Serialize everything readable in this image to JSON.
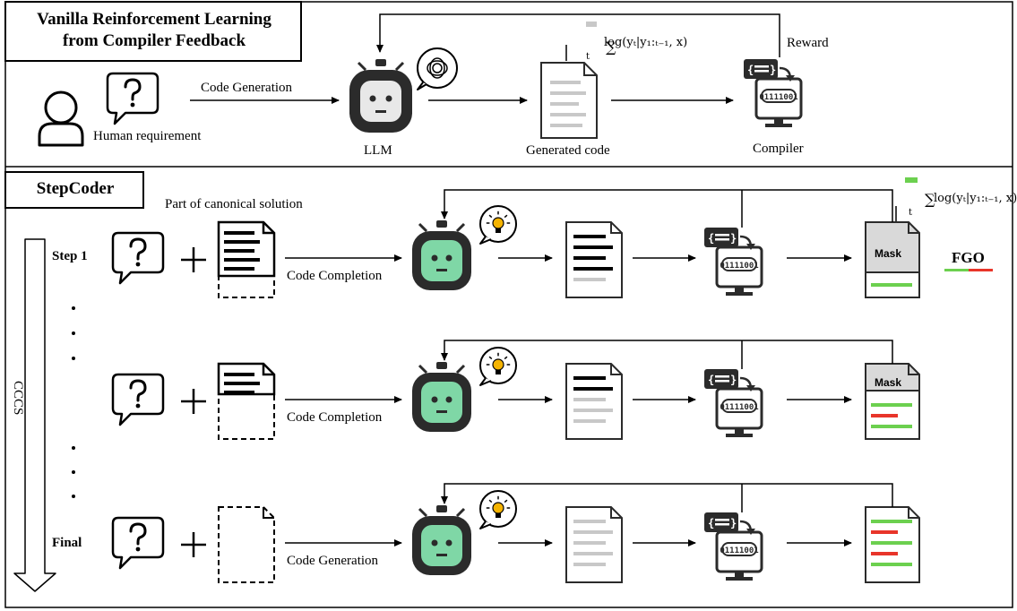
{
  "top": {
    "title_line1": "Vanilla Reinforcement Learning",
    "title_line2": "from Compiler Feedback",
    "human_label": "Human requirement",
    "arrow_label": "Code Generation",
    "llm_label": "LLM",
    "code_label": "Generated code",
    "compiler_label": "Compiler",
    "reward_label": "Reward",
    "formula": "log(yₜ|y₁:ₜ₋₁, x)",
    "formula_sub": "t"
  },
  "bottom": {
    "title": "StepCoder",
    "canonical_label": "Part of canonical solution",
    "ccss_label": "CCCS",
    "fgo_label": "FGO",
    "formula": "log(yₜ|y₁:ₜ₋₁, x)",
    "formula_sub": "t",
    "rows": [
      {
        "step": "Step 1",
        "arrow_label": "Code Completion",
        "mask_label": "Mask"
      },
      {
        "step": "",
        "arrow_label": "Code Completion",
        "mask_label": "Mask"
      },
      {
        "step": "Final",
        "arrow_label": "Code Generation",
        "mask_label": ""
      }
    ]
  },
  "icons": {
    "human": "person-icon",
    "question": "question-bubble-icon",
    "robot": "robot-icon",
    "thought": "thought-bubble-icon",
    "lightbulb": "lightbulb-icon",
    "document": "document-icon",
    "compiler": "compiler-monitor-icon",
    "binary_text": "01111001"
  },
  "colors": {
    "green": "#7fd7a6",
    "correct": "#6cd04f",
    "error": "#e8352a",
    "mask_fill": "#d9d9d9",
    "gray_line": "#c8c8c8",
    "dark": "#2b2b2b"
  }
}
